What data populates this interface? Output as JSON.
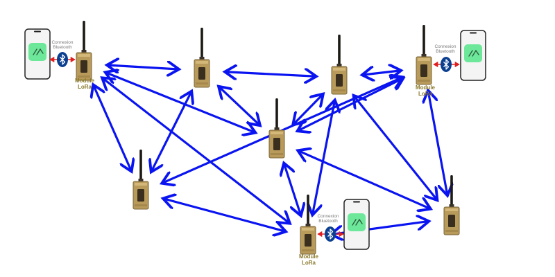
{
  "labels": {
    "module_line1": "Module",
    "module_line2": "LoRa",
    "bt_line1": "Connexion",
    "bt_line2": "Bluetooth"
  },
  "modules": [
    {
      "id": "m1",
      "captioned": true
    },
    {
      "id": "m2",
      "captioned": false
    },
    {
      "id": "m3",
      "captioned": false
    },
    {
      "id": "m4",
      "captioned": true
    },
    {
      "id": "m5",
      "captioned": false
    },
    {
      "id": "m6",
      "captioned": false
    },
    {
      "id": "m7",
      "captioned": true
    },
    {
      "id": "m8",
      "captioned": false
    }
  ],
  "links": [
    [
      "m1",
      "m2"
    ],
    [
      "m2",
      "m3"
    ],
    [
      "m3",
      "m4"
    ],
    [
      "m1",
      "m5"
    ],
    [
      "m1",
      "m6"
    ],
    [
      "m1",
      "m7"
    ],
    [
      "m2",
      "m5"
    ],
    [
      "m2",
      "m6"
    ],
    [
      "m3",
      "m6"
    ],
    [
      "m3",
      "m7"
    ],
    [
      "m3",
      "m8"
    ],
    [
      "m4",
      "m6"
    ],
    [
      "m4",
      "m8"
    ],
    [
      "m4",
      "m5"
    ],
    [
      "m6",
      "m7"
    ],
    [
      "m6",
      "m8"
    ],
    [
      "m5",
      "m7"
    ],
    [
      "m7",
      "m8"
    ]
  ],
  "colors": {
    "link": "#0a14f0",
    "bt_arrow": "#e02020",
    "bt_badge": "#0b3f8f",
    "module_body": "#b89a5a",
    "module_dark": "#3a2e1e",
    "phone_screen": "#6de89a",
    "caption": "#8b7a2c"
  },
  "icons": {
    "phone_app": "mountain-logo-icon",
    "bluetooth": "bluetooth-icon",
    "module": "lora-module-icon"
  }
}
